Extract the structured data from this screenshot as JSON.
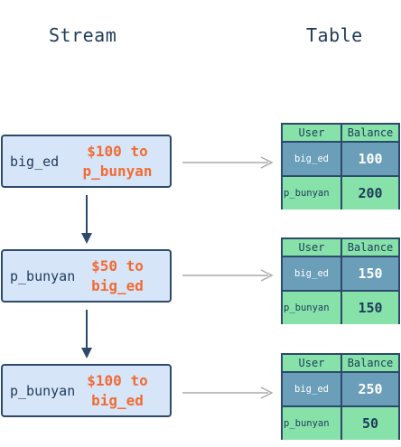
{
  "headings": {
    "stream": "Stream",
    "table": "Table"
  },
  "events": [
    {
      "user": "big_ed",
      "amount_line1": "$100 to",
      "amount_line2": "p_bunyan"
    },
    {
      "user": "p_bunyan",
      "amount_line1": "$50 to",
      "amount_line2": "big_ed"
    },
    {
      "user": "p_bunyan",
      "amount_line1": "$100 to",
      "amount_line2": "big_ed"
    }
  ],
  "table_header": {
    "user": "User",
    "balance": "Balance"
  },
  "tables": [
    {
      "rows": [
        {
          "user": "big_ed",
          "balance": "100"
        },
        {
          "user": "p_bunyan",
          "balance": "200"
        }
      ]
    },
    {
      "rows": [
        {
          "user": "big_ed",
          "balance": "150"
        },
        {
          "user": "p_bunyan",
          "balance": "150"
        }
      ]
    },
    {
      "rows": [
        {
          "user": "big_ed",
          "balance": "250"
        },
        {
          "user": "p_bunyan",
          "balance": "50"
        }
      ]
    }
  ],
  "colors": {
    "event_fill": "#d6e6f8",
    "dark_blue": "#2d4a6c",
    "amount_orange": "#f26b35",
    "table_green": "#86e2a8",
    "table_blue": "#6a9eb9",
    "arrow_gray": "#aaaaaa"
  }
}
